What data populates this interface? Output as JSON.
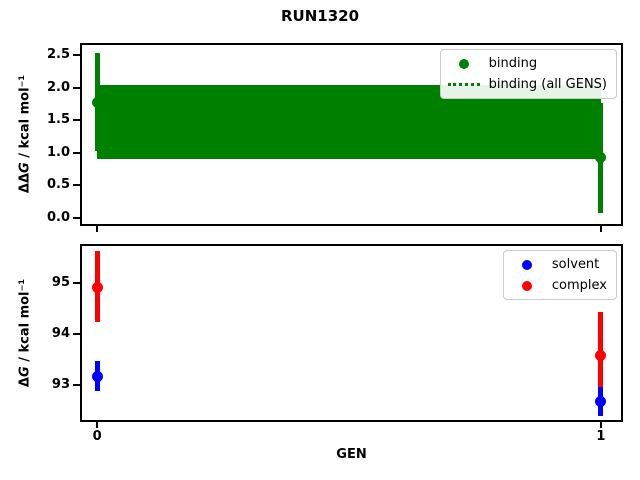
{
  "title": "RUN1320",
  "figure_bg": "#ffffff",
  "chart_data": [
    {
      "type": "scatter",
      "title": "RUN1320",
      "ylabel": {
        "delta": "ΔΔ",
        "sym": "G",
        "rest": " / kcal mol⁻¹"
      },
      "xlim": [
        -0.03,
        1.04
      ],
      "ylim": [
        -0.1,
        2.66
      ],
      "grid": false,
      "yticks": [
        {
          "value": 0.0,
          "label": "0.0"
        },
        {
          "value": 0.5,
          "label": "0.5"
        },
        {
          "value": 1.0,
          "label": "1.0"
        },
        {
          "value": 1.5,
          "label": "1.5"
        },
        {
          "value": 2.0,
          "label": "2.0"
        },
        {
          "value": 2.5,
          "label": "2.5"
        }
      ],
      "xticks": [
        {
          "value": 0,
          "label": ""
        },
        {
          "value": 1,
          "label": ""
        }
      ],
      "series": [
        {
          "name": "binding",
          "color": "#008000",
          "marker": "circle",
          "x": [
            0,
            1
          ],
          "y": [
            1.78,
            0.92
          ],
          "err_low": [
            1.02,
            0.07
          ],
          "err_high": [
            2.54,
            1.77
          ]
        }
      ],
      "band": {
        "label": "binding (all GENS)",
        "color": "#008000",
        "x_range": [
          0,
          1
        ],
        "y_low": 0.9,
        "y_high": 2.05
      },
      "legend": {
        "position": "upper-right",
        "items": [
          {
            "label": "binding",
            "handle": "dot",
            "color": "#008000"
          },
          {
            "label": "binding (all GENS)",
            "handle": "dotted-line",
            "color": "#008000"
          }
        ]
      }
    },
    {
      "type": "scatter",
      "xlabel": "GEN",
      "ylabel": {
        "delta": "Δ",
        "sym": "G",
        "rest": " / kcal mol⁻¹"
      },
      "xlim": [
        -0.03,
        1.04
      ],
      "ylim": [
        92.31,
        95.73
      ],
      "grid": false,
      "yticks": [
        {
          "value": 93,
          "label": "93"
        },
        {
          "value": 94,
          "label": "94"
        },
        {
          "value": 95,
          "label": "95"
        }
      ],
      "xticks": [
        {
          "value": 0,
          "label": "0"
        },
        {
          "value": 1,
          "label": "1"
        }
      ],
      "series": [
        {
          "name": "complex",
          "color": "#ff0000",
          "marker": "circle",
          "x": [
            0,
            1
          ],
          "y": [
            94.92,
            93.58
          ],
          "err_low": [
            94.24,
            92.72
          ],
          "err_high": [
            95.63,
            94.44
          ]
        },
        {
          "name": "solvent",
          "color": "#0000ff",
          "marker": "circle",
          "x": [
            0,
            1
          ],
          "y": [
            93.17,
            92.68
          ],
          "err_low": [
            92.88,
            92.39
          ],
          "err_high": [
            93.47,
            92.95
          ]
        }
      ],
      "legend": {
        "position": "upper-right",
        "items": [
          {
            "label": "solvent",
            "handle": "dot",
            "color": "#0000ff"
          },
          {
            "label": "complex",
            "handle": "dot",
            "color": "#ff0000"
          }
        ]
      }
    }
  ]
}
